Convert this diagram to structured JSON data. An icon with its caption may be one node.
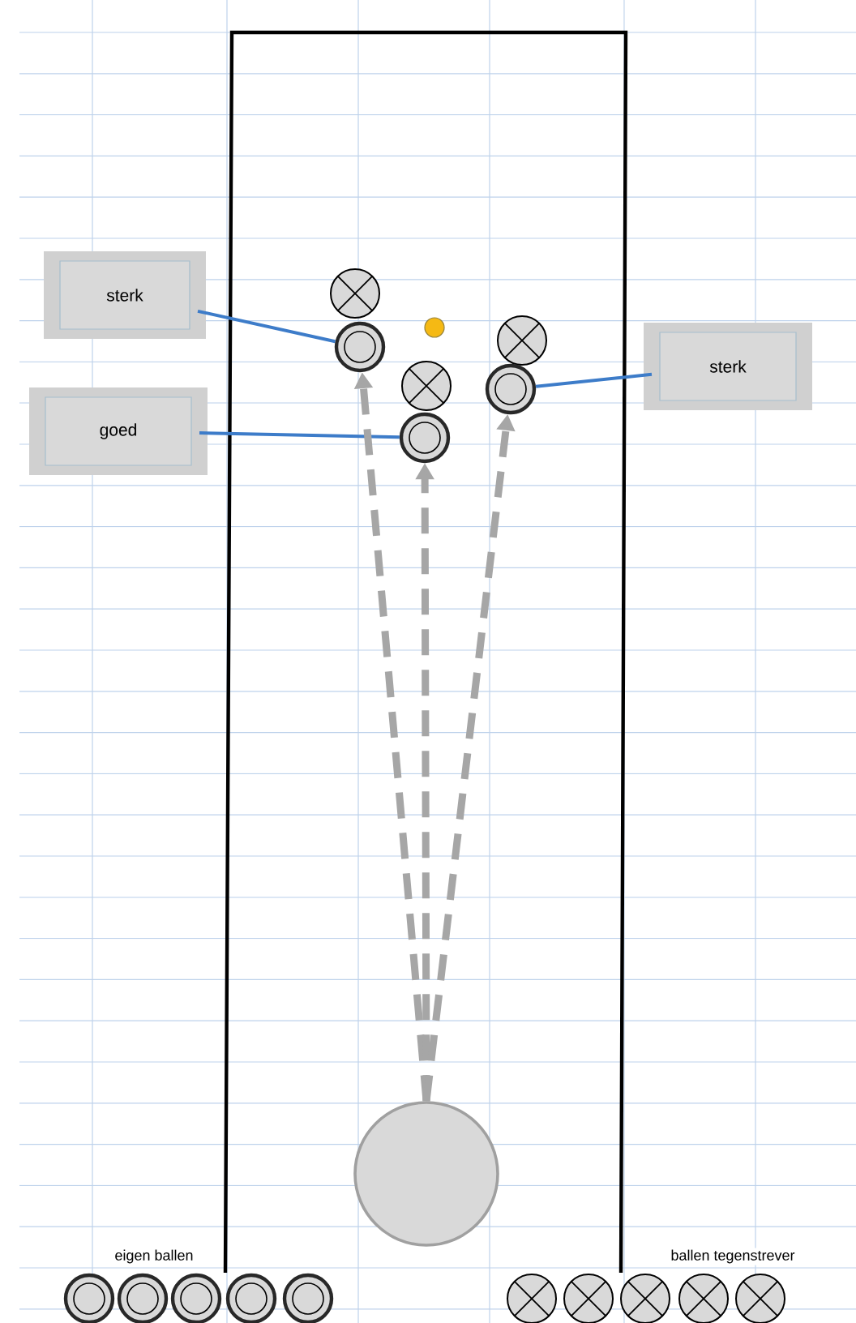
{
  "diagram": {
    "nodes": [
      {
        "text": [
          "sterk"
        ]
      },
      {
        "text": [
          "goed"
        ]
      },
      {
        "text": [
          "sterk"
        ]
      },
      {
        "text": [],
        "shape": "cross"
      },
      {
        "text": [],
        "shape": "ring"
      },
      {
        "text": [],
        "shape": "dot"
      },
      {
        "text": [],
        "shape": "cross"
      },
      {
        "text": [],
        "shape": "cross"
      },
      {
        "text": [],
        "shape": "ring"
      },
      {
        "text": [],
        "shape": "ring"
      },
      {
        "text": [],
        "shape": "circle"
      },
      {
        "text": [],
        "shape": "ring"
      },
      {
        "text": [],
        "shape": "ring"
      },
      {
        "text": [],
        "shape": "ring"
      },
      {
        "text": [],
        "shape": "ring"
      },
      {
        "text": [],
        "shape": "ring"
      },
      {
        "text": [],
        "shape": "cross"
      },
      {
        "text": [],
        "shape": "cross"
      },
      {
        "text": [],
        "shape": "cross"
      },
      {
        "text": [],
        "shape": "cross"
      },
      {
        "text": [],
        "shape": "cross"
      }
    ],
    "edges": [
      {
        "from": 0,
        "to": 4,
        "arrow": "none",
        "color": "#3d7cc9"
      },
      {
        "from": 1,
        "to": 9,
        "arrow": "none",
        "color": "#3d7cc9"
      },
      {
        "from": 2,
        "to": 8,
        "arrow": "none",
        "color": "#3d7cc9"
      },
      {
        "from": 10,
        "to": 4,
        "arrow": "to",
        "style": "dashed",
        "color": "#a6a6a6"
      },
      {
        "from": 10,
        "to": 9,
        "arrow": "to",
        "style": "dashed",
        "color": "#a6a6a6"
      },
      {
        "from": 10,
        "to": 8,
        "arrow": "to",
        "style": "dashed",
        "color": "#a6a6a6"
      }
    ],
    "labels": [
      "eigen ballen",
      "ballen tegenstrever"
    ]
  }
}
